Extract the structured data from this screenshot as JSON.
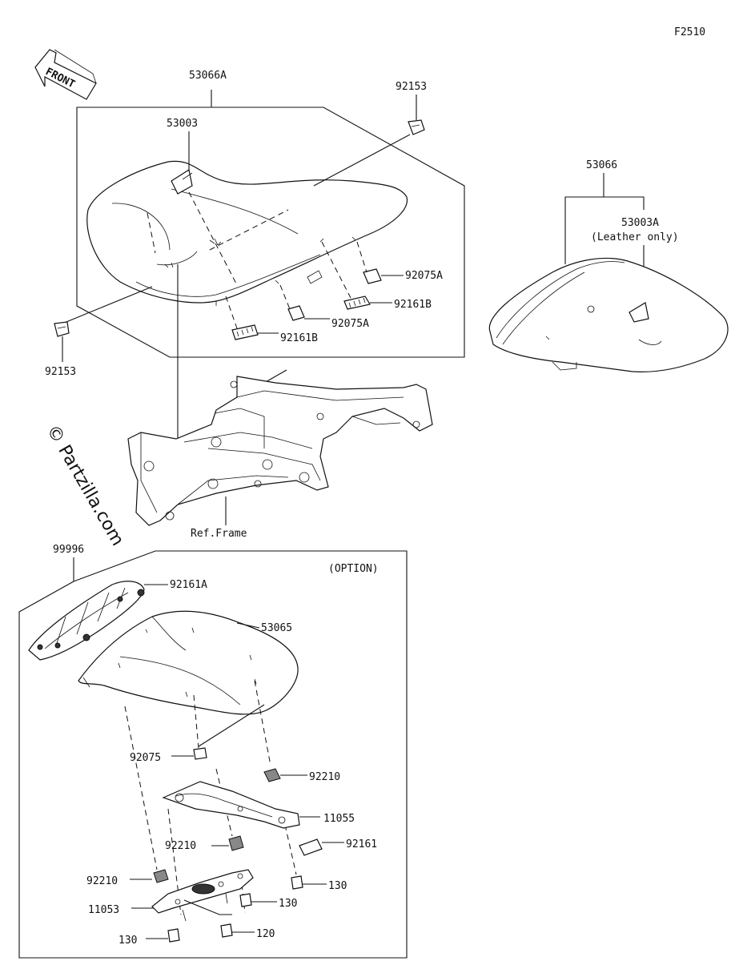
{
  "figure_code": "F2510",
  "front_arrow": "FRONT",
  "watermark": "© Partzilla.com",
  "labels": {
    "l_53066A": "53066A",
    "l_53003": "53003",
    "l_92153_top": "92153",
    "l_92153_left": "92153",
    "l_92075A_1": "92075A",
    "l_92075A_2": "92075A",
    "l_92161B_1": "92161B",
    "l_92161B_2": "92161B",
    "l_53066": "53066",
    "l_53003A": "53003A",
    "l_leather": "(Leather only)",
    "l_ref_frame": "Ref.Frame",
    "l_99996": "99996",
    "l_option": "(OPTION)",
    "l_92161A": "92161A",
    "l_53065": "53065",
    "l_92075": "92075",
    "l_92210_a": "92210",
    "l_11055": "11055",
    "l_92210_b": "92210",
    "l_92161": "92161",
    "l_92210_c": "92210",
    "l_130_a": "130",
    "l_11053": "11053",
    "l_130_b": "130",
    "l_130_c": "130",
    "l_120": "120"
  }
}
